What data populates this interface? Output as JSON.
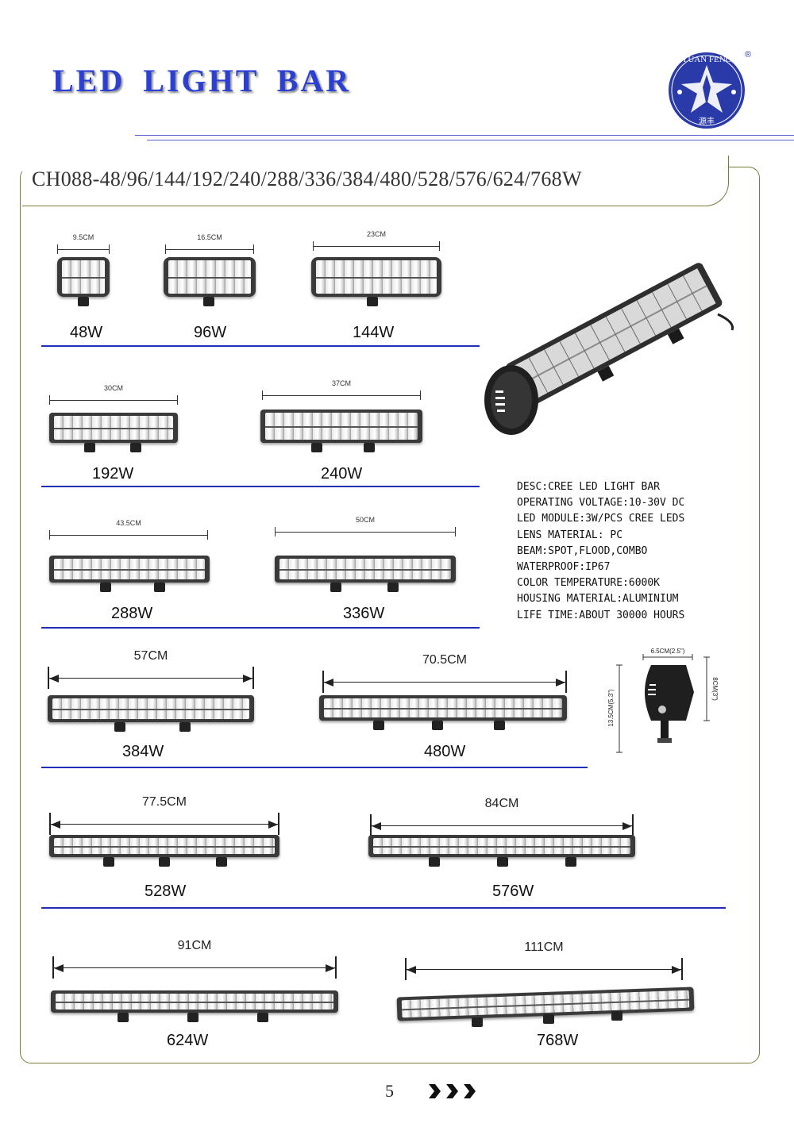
{
  "header": {
    "title": "LED LIGHT BAR",
    "logo_text_top": "YUAN FENG",
    "logo_text_bottom": "源丰",
    "registered_mark": "®"
  },
  "model_line": "CH088-48/96/144/192/240/288/336/384/480/528/576/624/768W",
  "products": [
    {
      "watt": "48W",
      "length": "9.5CM"
    },
    {
      "watt": "96W",
      "length": "16.5CM"
    },
    {
      "watt": "144W",
      "length": "23CM"
    },
    {
      "watt": "192W",
      "length": "30CM"
    },
    {
      "watt": "240W",
      "length": "37CM"
    },
    {
      "watt": "288W",
      "length": "43.5CM"
    },
    {
      "watt": "336W",
      "length": "50CM"
    },
    {
      "watt": "384W",
      "length": "57CM"
    },
    {
      "watt": "480W",
      "length": "70.5CM"
    },
    {
      "watt": "528W",
      "length": "77.5CM"
    },
    {
      "watt": "576W",
      "length": "84CM"
    },
    {
      "watt": "624W",
      "length": "91CM"
    },
    {
      "watt": "768W",
      "length": "111CM"
    }
  ],
  "specs": [
    "DESC:CREE LED LIGHT BAR",
    "OPERATING VOLTAGE:10-30V DC",
    "LED MODULE:3W/PCS CREE LEDS",
    "LENS MATERIAL: PC",
    "BEAM:SPOT,FLOOD,COMBO",
    "WATERPROOF:IP67",
    "COLOR TEMPERATURE:6000K",
    "HOUSING MATERIAL:ALUMINIUM",
    "LIFE TIME:ABOUT 30000 HOURS"
  ],
  "side_view": {
    "width": "6.5CM(2.5\")",
    "height": "13.5CM(5.3\")",
    "depth": "8CM(3\")"
  },
  "footer": {
    "page_number": "5"
  },
  "colors": {
    "title_blue": "#2b3fd2",
    "separator_blue": "#1f2fb8",
    "frame_olive": "#7a7a3a"
  }
}
